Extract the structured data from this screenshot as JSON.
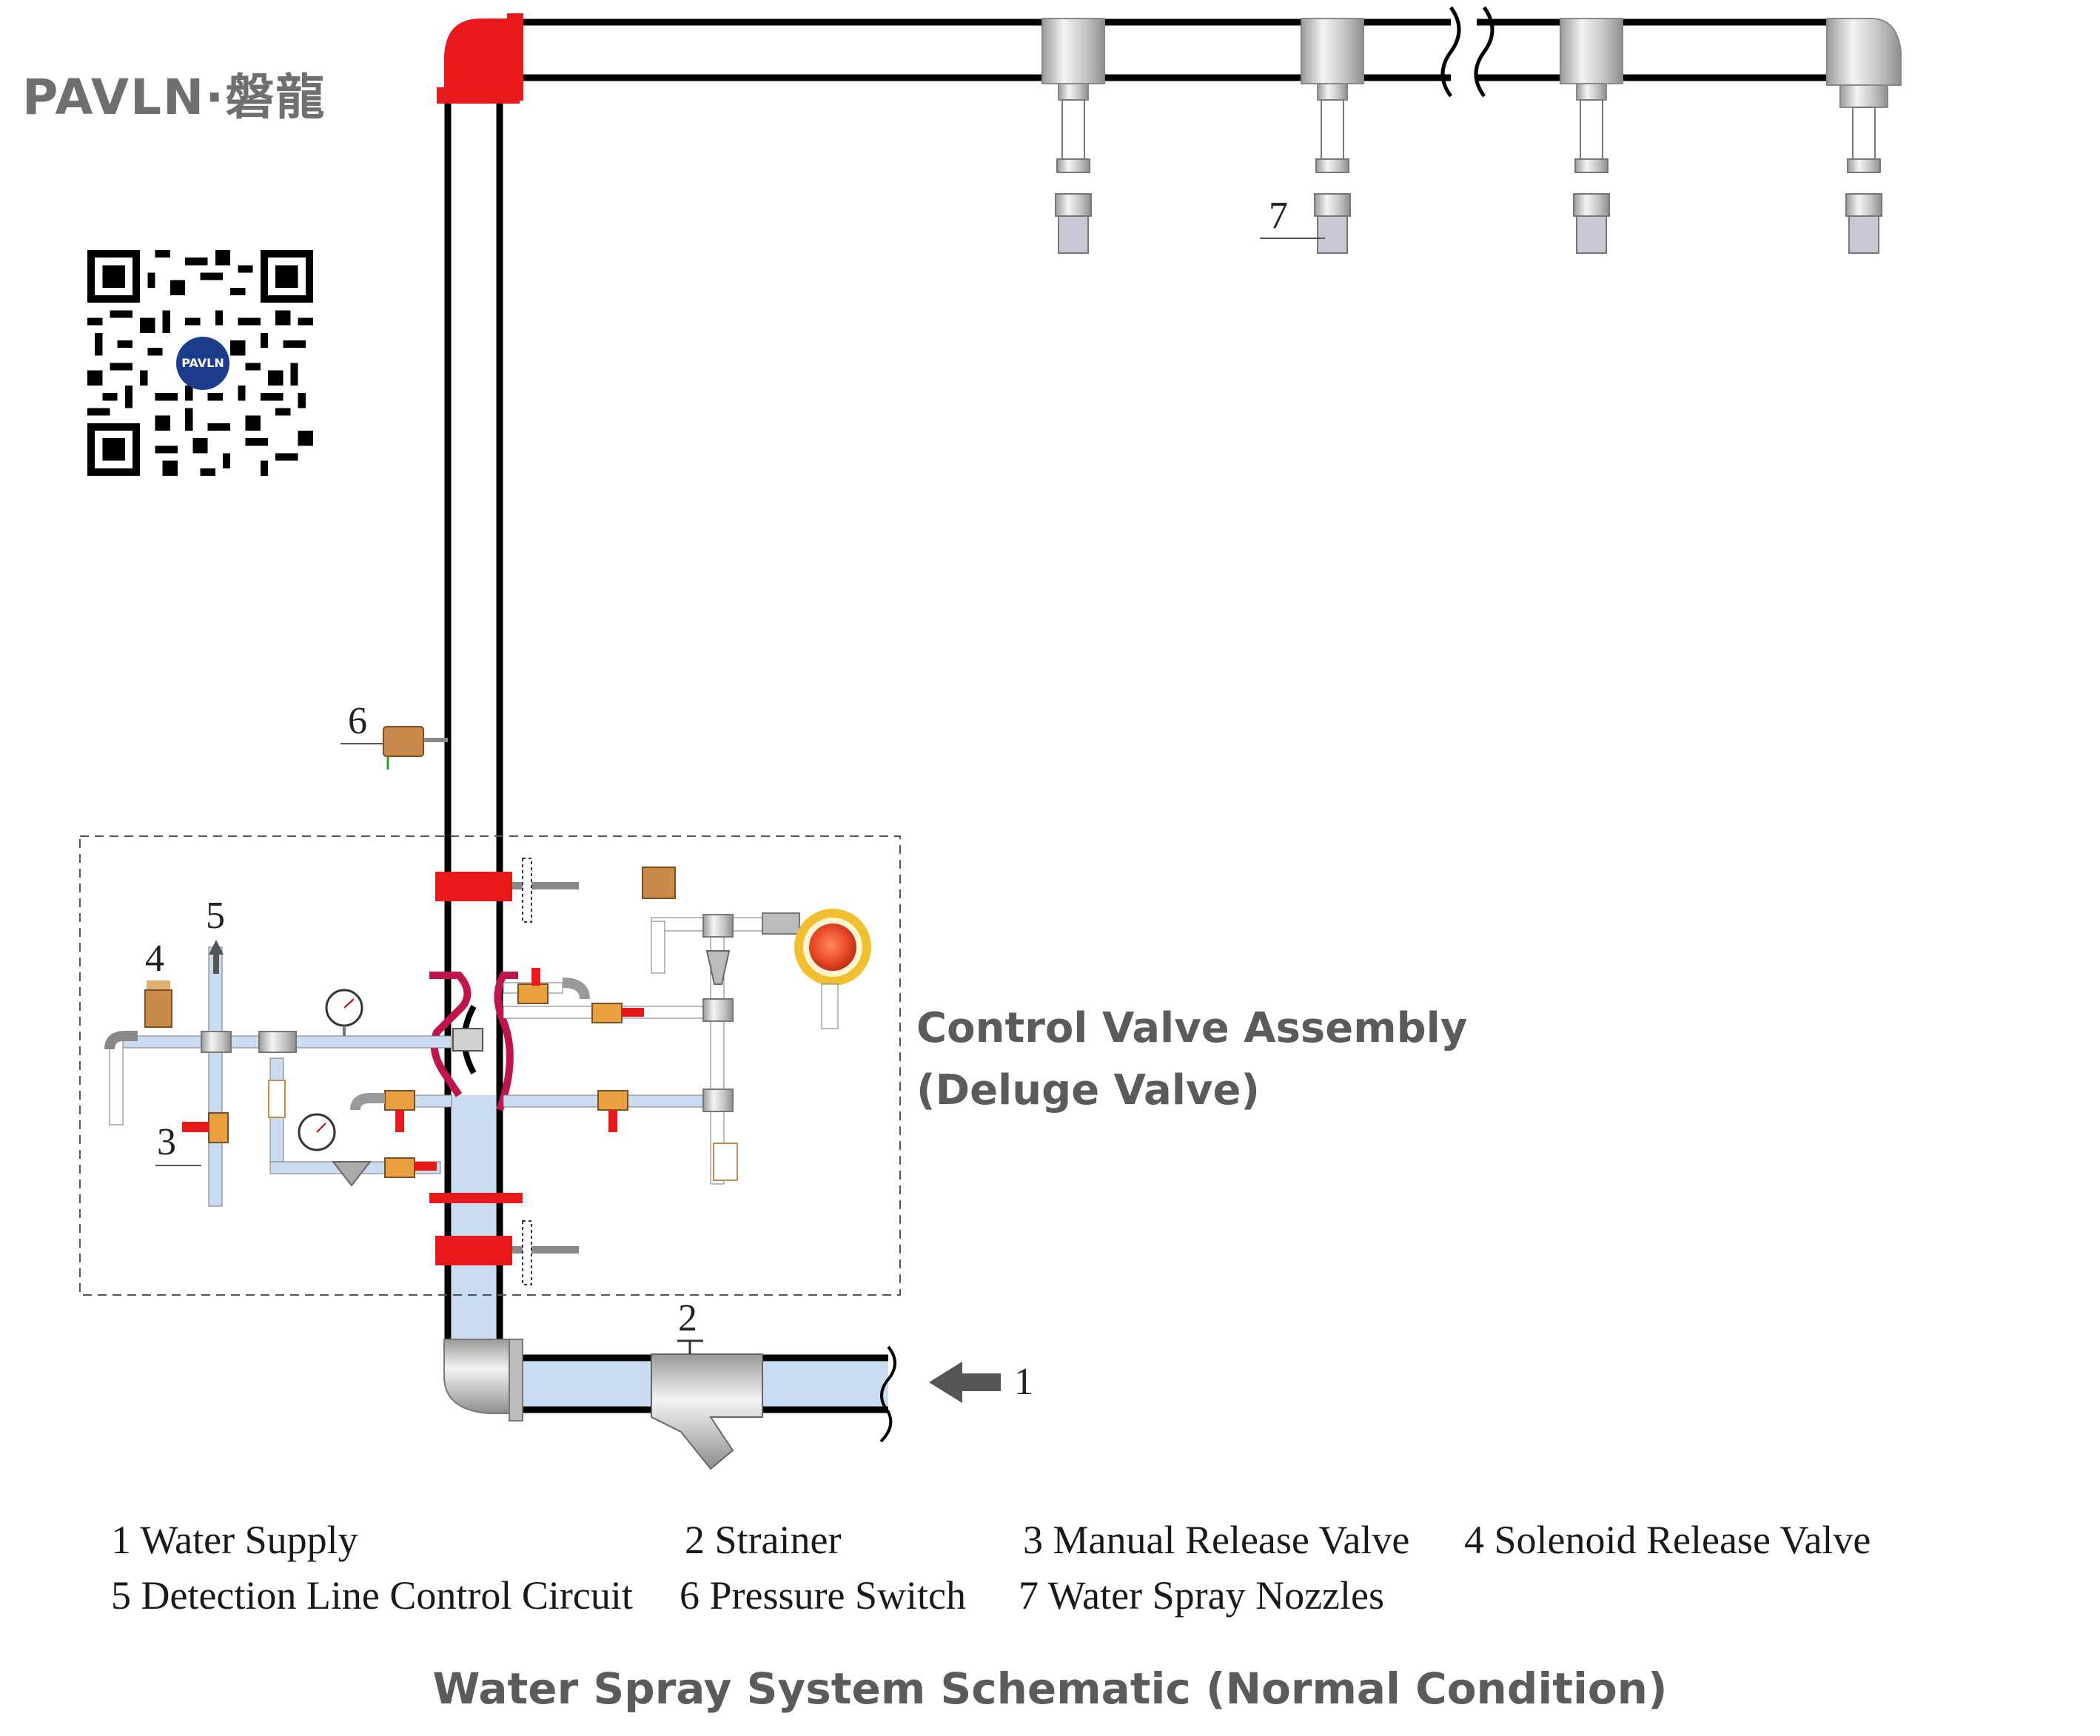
{
  "brand": {
    "name": "PAVLN·磐龍"
  },
  "qr_logo_text": "PAVLN",
  "callouts": {
    "n1": "1",
    "n2": "2",
    "n3": "3",
    "n4": "4",
    "n5": "5",
    "n6": "6",
    "n7": "7"
  },
  "assembly": {
    "line1": "Control Valve Assembly",
    "line2": "(Deluge Valve)"
  },
  "legend": [
    "1 Water Supply",
    "2 Strainer",
    "3 Manual Release Valve",
    "4 Solenoid Release Valve",
    "5 Detection Line Control Circuit",
    "6 Pressure Switch",
    "7 Water Spray Nozzles"
  ],
  "caption": "Water Spray System Schematic (Normal Condition)",
  "colors": {
    "pipe": "#000000",
    "water": "#c9dcf2",
    "valve_red": "#e8191b",
    "fitting_grey": "#c8c8c8",
    "brass": "#c98a4a",
    "text_grey": "#5b5b5b"
  }
}
